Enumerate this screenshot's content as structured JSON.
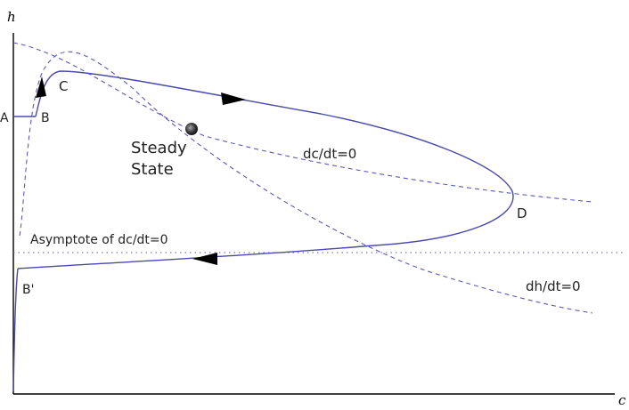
{
  "axes": {
    "x_label": "c",
    "y_label": "h"
  },
  "points": {
    "a": "A",
    "b": "B",
    "c": "C",
    "d": "D",
    "b_prime": "B'"
  },
  "labels": {
    "steady_state_line1": "Steady",
    "steady_state_line2": "State",
    "dc_dt": "dc/dt=0",
    "dh_dt": "dh/dt=0",
    "asymptote": "Asymptote of dc/dt=0"
  },
  "colors": {
    "axis": "#000000",
    "curve": "#4a4aaa",
    "dashed": "#5a5ab8",
    "dotted": "#5a5ab8",
    "arrow": "#000000",
    "steady_state_dot": "#444444"
  }
}
